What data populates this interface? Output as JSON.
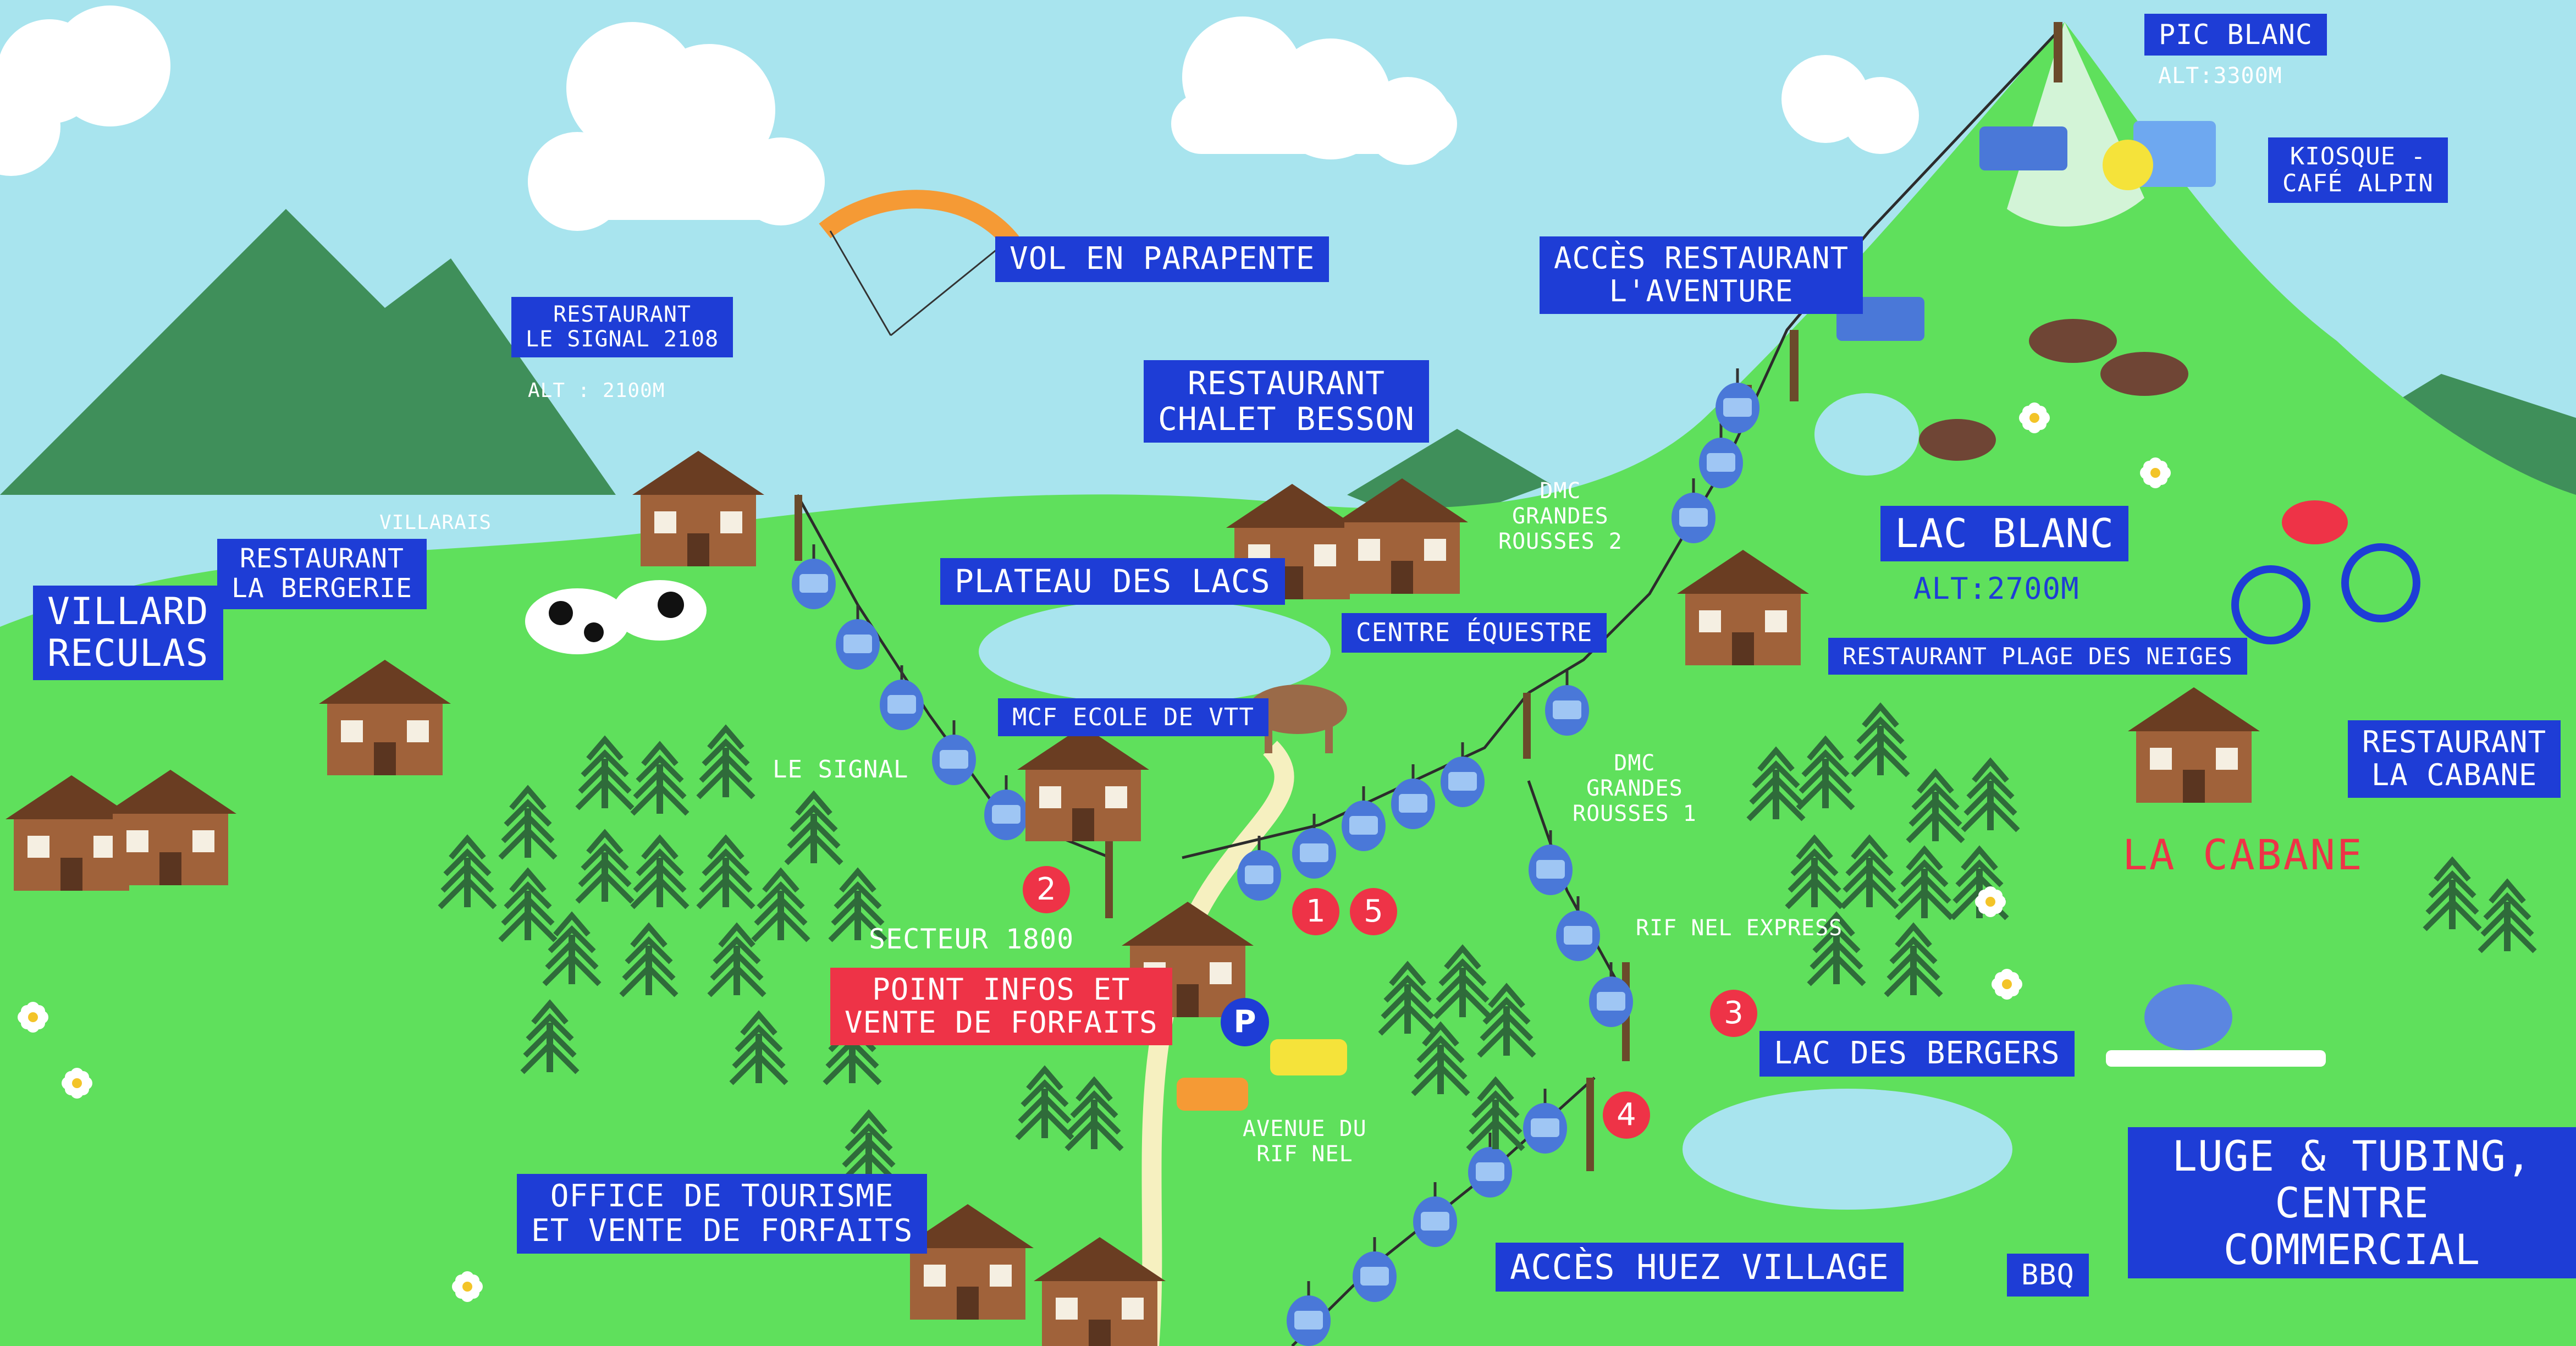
{
  "labels": [
    {
      "id": "villard-reculas",
      "text": "VILLARD\nRECULAS",
      "style": "box"
    },
    {
      "id": "restaurant-la-bergerie",
      "text": "RESTAURANT\nLA BERGERIE",
      "style": "box"
    },
    {
      "id": "villarais",
      "text": "VILLARAIS",
      "style": "plain"
    },
    {
      "id": "restaurant-le-signal",
      "text": "RESTAURANT\nLE SIGNAL 2108",
      "style": "box"
    },
    {
      "id": "alt-2100",
      "text": "ALT : 2100M",
      "style": "plain"
    },
    {
      "id": "vol-parapente",
      "text": "VOL EN PARAPENTE",
      "style": "box"
    },
    {
      "id": "restaurant-chalet-besson",
      "text": "RESTAURANT\nCHALET BESSON",
      "style": "box"
    },
    {
      "id": "plateau-des-lacs",
      "text": "PLATEAU DES LACS",
      "style": "box"
    },
    {
      "id": "centre-equestre",
      "text": "CENTRE ÉQUESTRE",
      "style": "box"
    },
    {
      "id": "mcf-ecole-vtt",
      "text": "MCF ECOLE DE VTT",
      "style": "box"
    },
    {
      "id": "le-signal",
      "text": "LE SIGNAL",
      "style": "plain"
    },
    {
      "id": "secteur-1800",
      "text": "SECTEUR 1800",
      "style": "plain"
    },
    {
      "id": "point-infos",
      "text": "POINT INFOS ET\nVENTE DE FORFAITS",
      "style": "red"
    },
    {
      "id": "acces-restaurant-aventure",
      "text": "ACCÈS RESTAURANT\nL'AVENTURE",
      "style": "box"
    },
    {
      "id": "pic-blanc",
      "text": "PIC BLANC",
      "style": "box"
    },
    {
      "id": "alt-3300",
      "text": "ALT:3300M",
      "style": "plain"
    },
    {
      "id": "kiosque",
      "text": "KIOSQUE -\nCAFÉ ALPIN",
      "style": "box"
    },
    {
      "id": "dmc-2",
      "text": "DMC\nGRANDES\nROUSSES 2",
      "style": "plain"
    },
    {
      "id": "lac-blanc",
      "text": "LAC BLANC",
      "style": "box"
    },
    {
      "id": "alt-2700",
      "text": "ALT:2700M",
      "style": "dark"
    },
    {
      "id": "restaurant-plage-neiges",
      "text": "RESTAURANT PLAGE DES NEIGES",
      "style": "box"
    },
    {
      "id": "dmc-1",
      "text": "DMC\nGRANDES\nROUSSES 1",
      "style": "plain"
    },
    {
      "id": "rif-nel-express",
      "text": "RIF NEL EXPRESS",
      "style": "plain"
    },
    {
      "id": "restaurant-la-cabane",
      "text": "RESTAURANT\nLA CABANE",
      "style": "box"
    },
    {
      "id": "lac-des-bergers",
      "text": "LAC DES BERGERS",
      "style": "box"
    },
    {
      "id": "luge-tubing",
      "text": "LUGE & TUBING,\nCENTRE COMMERCIAL",
      "style": "box"
    },
    {
      "id": "office-tourisme",
      "text": "OFFICE DE TOURISME\nET VENTE DE FORFAITS",
      "style": "box"
    },
    {
      "id": "avenue-rif-nel",
      "text": "AVENUE DU\nRIF NEL",
      "style": "plain"
    },
    {
      "id": "acces-huez-village",
      "text": "ACCÈS HUEZ VILLAGE",
      "style": "box"
    },
    {
      "id": "bbq",
      "text": "BBQ",
      "style": "box"
    }
  ],
  "cabane_sign": "LA CABANE",
  "markers": [
    "2",
    "1",
    "5",
    "3",
    "4"
  ],
  "parking": "P",
  "colors": {
    "sky": "#a8e4ee",
    "label": "#1e3dd6",
    "accent": "#ee3347",
    "grass": "#5fe05c",
    "tree": "#2f6b3a",
    "mountain": "#3f8f5a"
  }
}
